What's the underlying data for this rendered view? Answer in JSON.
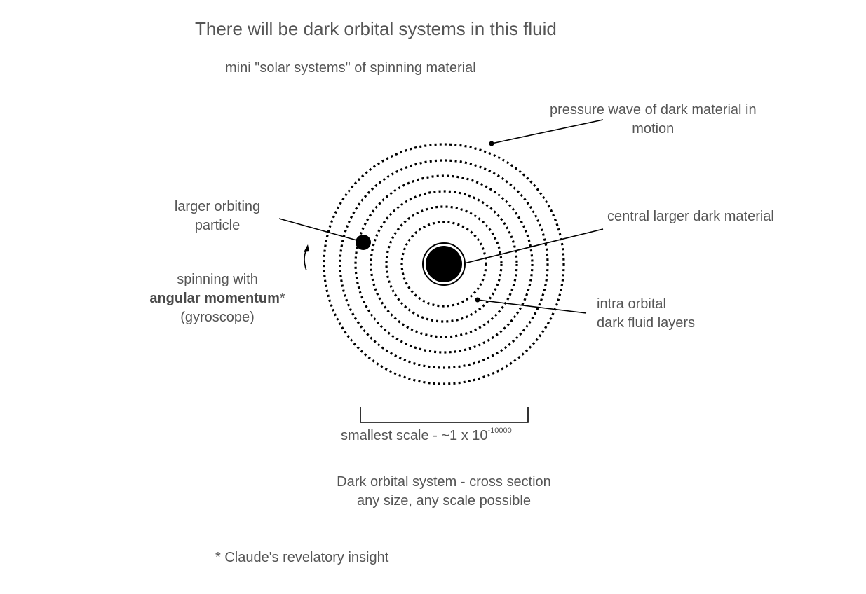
{
  "title": "There will be dark orbital systems in this fluid",
  "subtitle": "mini \"solar systems\" of spinning material",
  "labels": {
    "pressure_wave": {
      "line1": "pressure wave of dark material in",
      "line2": "motion"
    },
    "larger_particle": {
      "line1": "larger orbiting",
      "line2": "particle"
    },
    "central": "central larger dark material",
    "spinning": {
      "line1": "spinning with",
      "bold": "angular momentum",
      "asterisk": "*",
      "line3": "(gyroscope)"
    },
    "intra": {
      "line1": "intra orbital",
      "line2": "dark fluid layers"
    }
  },
  "scale": {
    "text": "smallest scale - ~1 x 10",
    "exponent": "-10000"
  },
  "caption": {
    "line1": "Dark orbital system - cross section",
    "line2": "any size, any scale possible"
  },
  "footnote": "* Claude's revelatory insight",
  "colors": {
    "ink": "#000000",
    "text": "#555555"
  }
}
